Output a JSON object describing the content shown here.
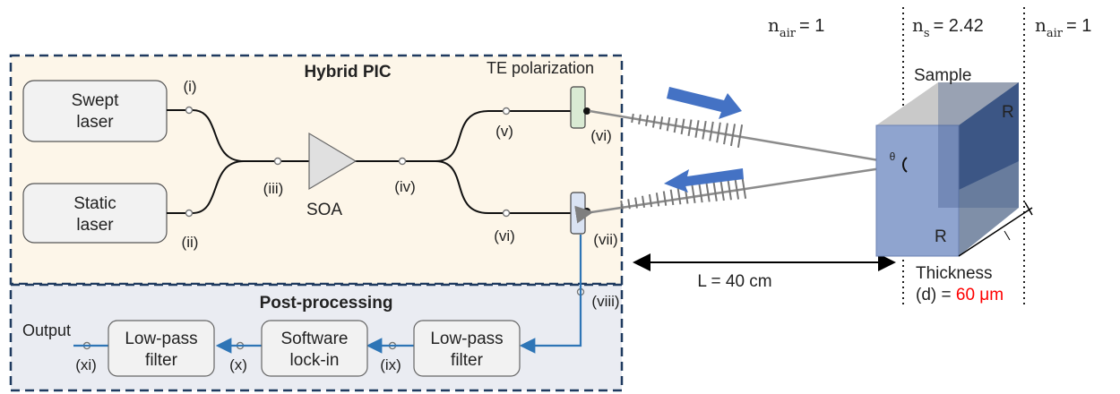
{
  "refractive_indices": {
    "air_left": {
      "symbol": "n",
      "subscript": "air",
      "value": "= 1"
    },
    "sample": {
      "symbol": "n",
      "subscript": "s",
      "value": "= 2.42"
    },
    "air_right": {
      "symbol": "n",
      "subscript": "air",
      "value": "= 1"
    }
  },
  "hybrid_pic": {
    "title": "Hybrid PIC",
    "polarization_label": "TE polarization",
    "swept_laser": [
      "Swept",
      "laser"
    ],
    "static_laser": [
      "Static",
      "laser"
    ],
    "soa_label": "SOA",
    "points": {
      "i": "(i)",
      "ii": "(ii)",
      "iii": "(iii)",
      "iv": "(iv)",
      "v": "(v)",
      "vi_top": "(vi)",
      "vi_bottom": "(vi)",
      "vii": "(vii)"
    }
  },
  "post_processing": {
    "title": "Post-processing",
    "output_label": "Output",
    "lowpass_right": [
      "Low-pass",
      "filter"
    ],
    "lockin": [
      "Software",
      "lock-in"
    ],
    "lowpass_left": [
      "Low-pass",
      "filter"
    ],
    "points": {
      "viii": "(viii)",
      "ix": "(ix)",
      "x": "(x)",
      "xi": "(xi)"
    }
  },
  "sample": {
    "label": "Sample",
    "reflection_top": "R",
    "reflection_bottom": "R",
    "angle_label": "θ",
    "thickness_label": "Thickness",
    "thickness_prefix": "(d) = ",
    "thickness_value": "60 μm"
  },
  "distance_label": "L = 40 cm",
  "colors": {
    "dashed_border": "#1f3a5f",
    "pic_fill": "#fdf6e9",
    "post_fill": "#eaecf2",
    "signal_line": "#2e75b6",
    "arrow_blue": "#4472c4",
    "thickness_red": "#ff0000",
    "cube_front": "#8fa4cf",
    "cube_right": "#2f4b7c",
    "cube_top": "#bfbfbf"
  }
}
